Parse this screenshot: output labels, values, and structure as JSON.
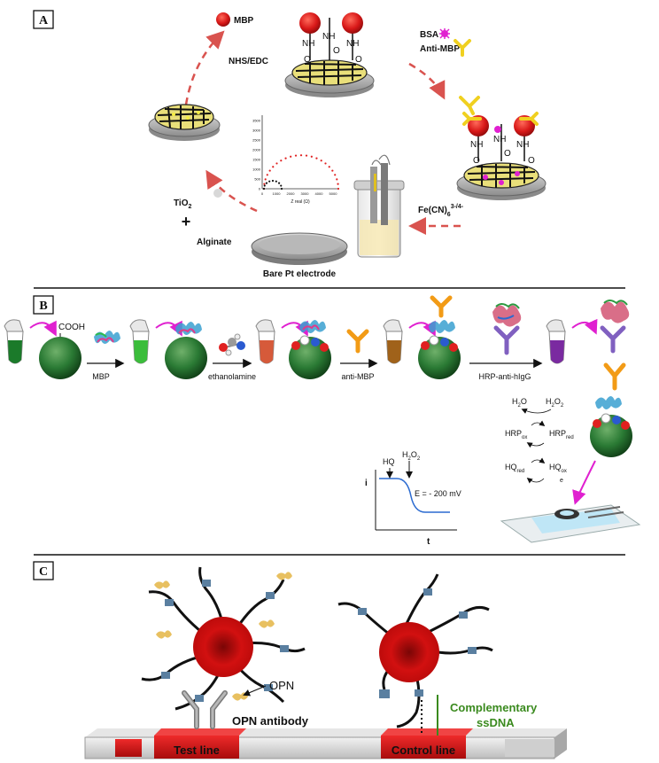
{
  "panel_a": {
    "label": "A",
    "mbp_legend": "MBP",
    "nhs_edc": "NHS/EDC",
    "bsa": "BSA",
    "anti_mbp": "Anti-MBP",
    "tio2": "TiO",
    "tio2_sub": "2",
    "plus": "+",
    "alginate": "Alginate",
    "bare_electrode": "Bare Pt electrode",
    "ferricyanide": "Fe(CN)",
    "ferricyanide_sub": "6",
    "ferricyanide_sup": "3-/4-",
    "nh": "NH",
    "o": "O",
    "nyquist_xlabel": "Z real (Ω)",
    "nyquist_xticks": [
      "0",
      "1000",
      "2000",
      "3000",
      "4000",
      "5000"
    ],
    "nyquist_yticks": [
      "0",
      "500",
      "1000",
      "1500",
      "2000",
      "2500",
      "3000",
      "3500"
    ]
  },
  "panel_b": {
    "label": "B",
    "cooh": "COOH",
    "mbp": "MBP",
    "ethanolamine": "ethanolamine",
    "anti_mbp": "anti-MBP",
    "hrp_anti_higg": "HRP-anti-hIgG",
    "h2o": "H",
    "h2o_sub": "2",
    "h2o_tail": "O",
    "h2o2": "H",
    "h2o2_sub1": "2",
    "h2o2_mid": "O",
    "h2o2_sub2": "2",
    "hrp": "HRP",
    "ox": "ox",
    "red": "red",
    "hq": "HQ",
    "e_minus": "e",
    "amp_hq": "HQ",
    "amp_h2o2": "H",
    "amp_h2o2_sub": "2",
    "amp_h2o2_mid": "O",
    "amp_potential": "E = - 200 mV",
    "amp_ylabel": "i",
    "amp_xlabel": "t"
  },
  "panel_c": {
    "label": "C",
    "opn": "OPN",
    "opn_antibody": "OPN antibody",
    "complementary": "Complementary",
    "ssdna": "ssDNA",
    "test_line": "Test line",
    "control_line": "Control line"
  },
  "colors": {
    "mbp_red": "#d81818",
    "arrow_red": "#d9534f",
    "magenta": "#e020d0",
    "antibody_yellow": "#f0d020",
    "bead_green": "#1f6a2e",
    "antibody_orange": "#f29b16",
    "antibody_purple": "#8060c0",
    "screen_blue": "#bfe6f6",
    "strip_red": "#d01818",
    "ssdna_green": "#3a8a1e",
    "spectrum_red": "#e02020"
  }
}
